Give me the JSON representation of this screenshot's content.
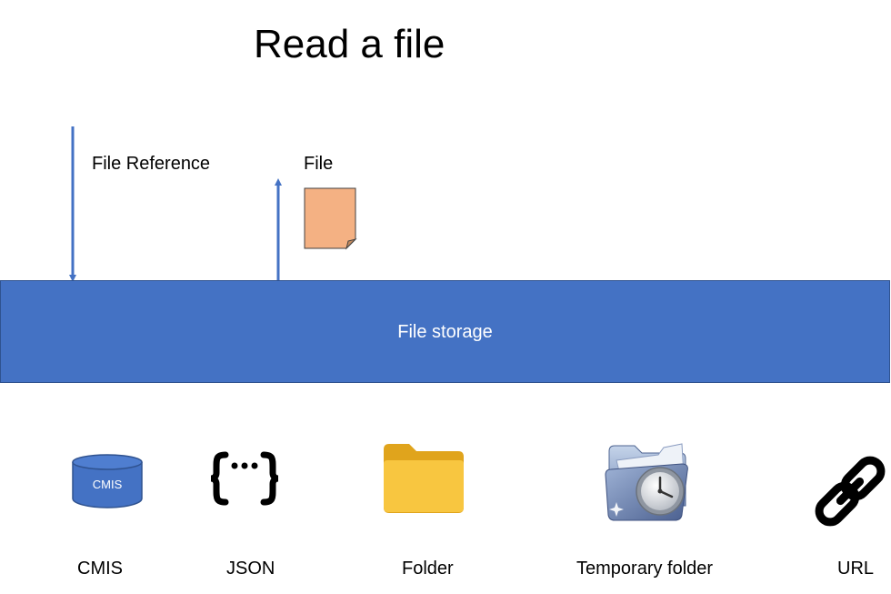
{
  "title": "Read a file",
  "labels": {
    "file_reference": "File Reference",
    "file": "File"
  },
  "storage": {
    "label": "File storage"
  },
  "sources": [
    {
      "label": "CMIS",
      "icon": "database-cylinder-icon",
      "icon_text": "CMIS"
    },
    {
      "label": "JSON",
      "icon": "json-braces-icon"
    },
    {
      "label": "Folder",
      "icon": "folder-icon"
    },
    {
      "label": "Temporary folder",
      "icon": "temporary-folder-clock-icon"
    },
    {
      "label": "URL",
      "icon": "link-chain-icon"
    }
  ],
  "colors": {
    "accent": "#4472c4",
    "document": "#f4b183",
    "folder": "#f5bd27"
  }
}
